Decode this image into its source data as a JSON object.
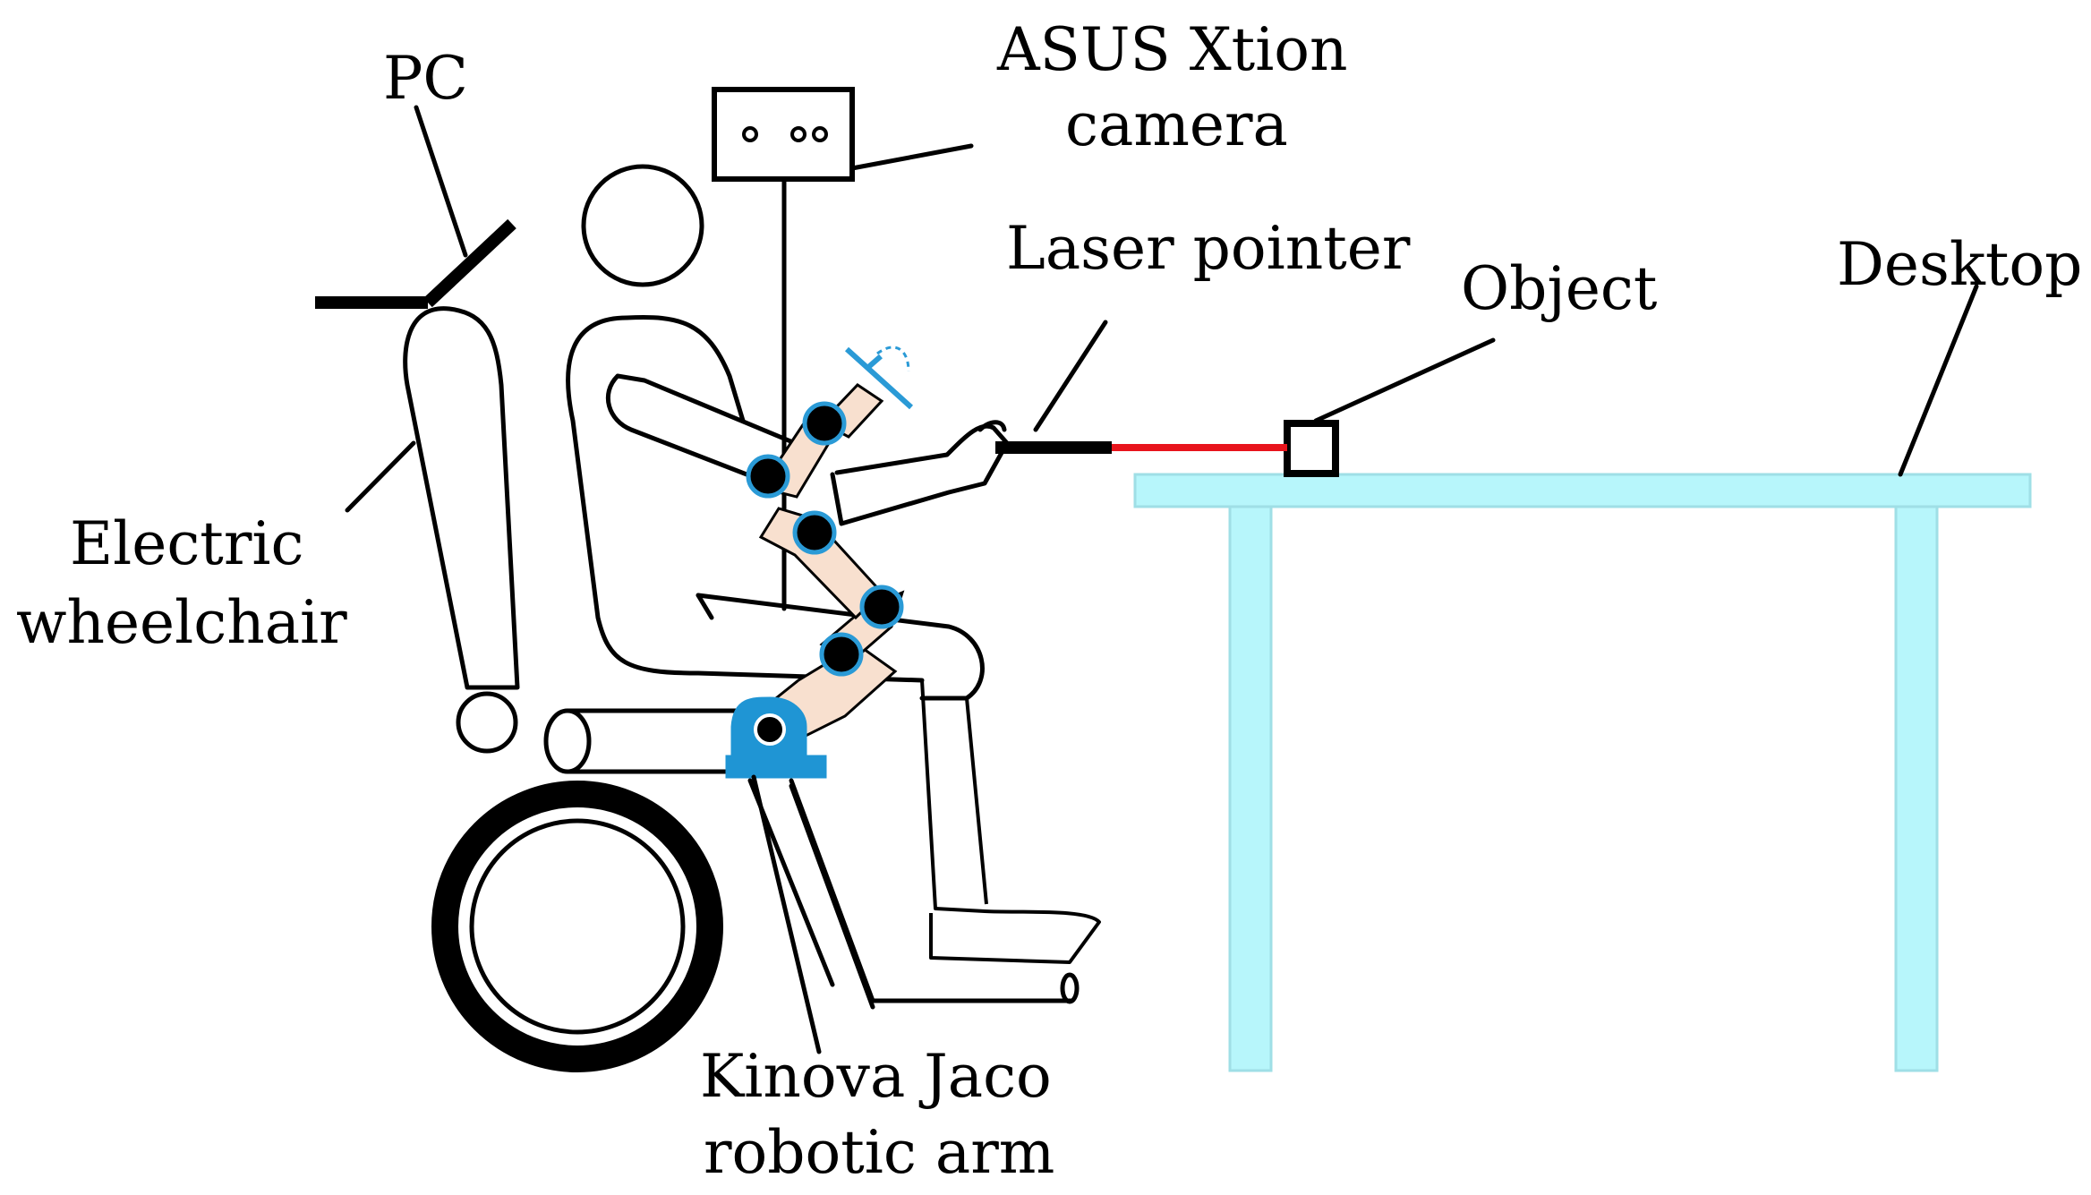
{
  "labels": {
    "pc": "PC",
    "camera_line1": "ASUS Xtion",
    "camera_line2": "camera",
    "laser": "Laser pointer",
    "object": "Object",
    "desktop": "Desktop",
    "wheelchair_line1": "Electric",
    "wheelchair_line2": "wheelchair",
    "arm_line1": "Kinova Jaco",
    "arm_line2": "robotic arm"
  },
  "colors": {
    "table": "#b7f6fb",
    "table_stroke": "#9fdfe6",
    "arm_link": "#f8e0cf",
    "arm_joint_ring": "#2a9ad6",
    "arm_base": "#1f95d4",
    "laser_beam": "#e8141c",
    "outline": "#000000"
  }
}
